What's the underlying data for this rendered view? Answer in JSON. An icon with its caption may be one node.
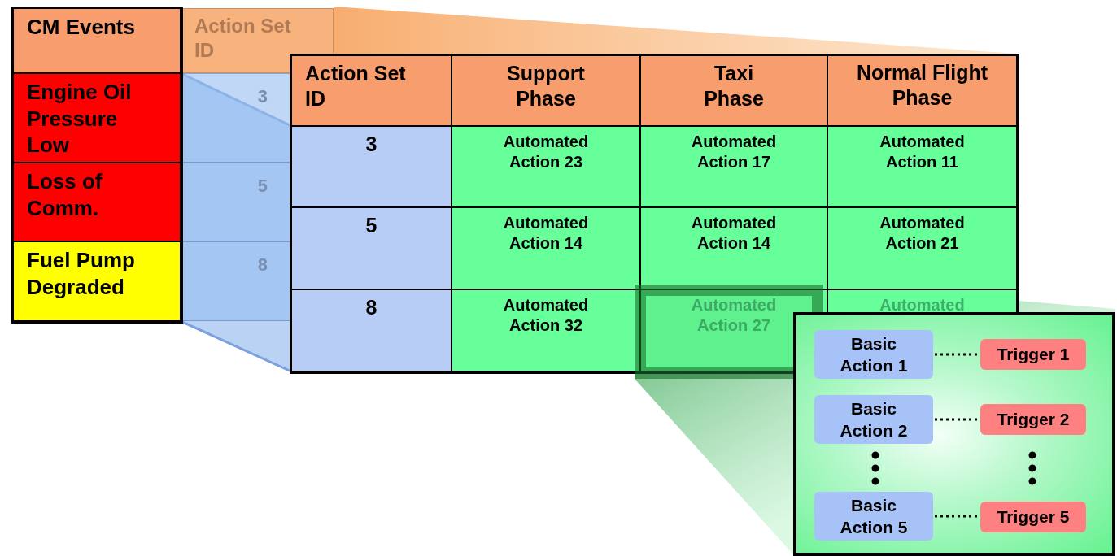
{
  "diagram": {
    "nodes": [
      {
        "text": [],
        "shape": "box"
      },
      {
        "text": [
          "Basic Action 1"
        ],
        "in": 0
      },
      {
        "text": [
          "Trigger 1"
        ],
        "in": 0
      },
      {
        "text": [
          "Basic Action 2"
        ],
        "in": 0
      },
      {
        "text": [
          "Trigger 2"
        ],
        "in": 0
      },
      {
        "text": [
          "Basic Action 5"
        ],
        "in": 0
      },
      {
        "text": [
          "Trigger 5"
        ],
        "in": 0
      }
    ],
    "edges": [
      {
        "from": 1,
        "to": 2,
        "arrow": "none",
        "style": "dashed"
      },
      {
        "from": 3,
        "to": 4,
        "arrow": "none",
        "style": "dashed"
      },
      {
        "from": 5,
        "to": 6,
        "arrow": "none",
        "style": "dashed"
      }
    ],
    "labels": [
      "CM Events",
      "Action Set ID",
      "Engine Oil Pressure Low",
      "3",
      "Loss of Comm.",
      "5",
      "Fuel Pump Degraded",
      "8",
      "Action Set ID",
      "Support Phase",
      "Taxi Phase",
      "Normal Flight Phase",
      "3",
      "Automated Action 23",
      "Automated Action 17",
      "Automated Action 11",
      "5",
      "Automated Action 14",
      "Automated Action 14",
      "Automated Action 21",
      "8",
      "Automated Action 32",
      "Automated Action 27",
      "Automated"
    ]
  }
}
